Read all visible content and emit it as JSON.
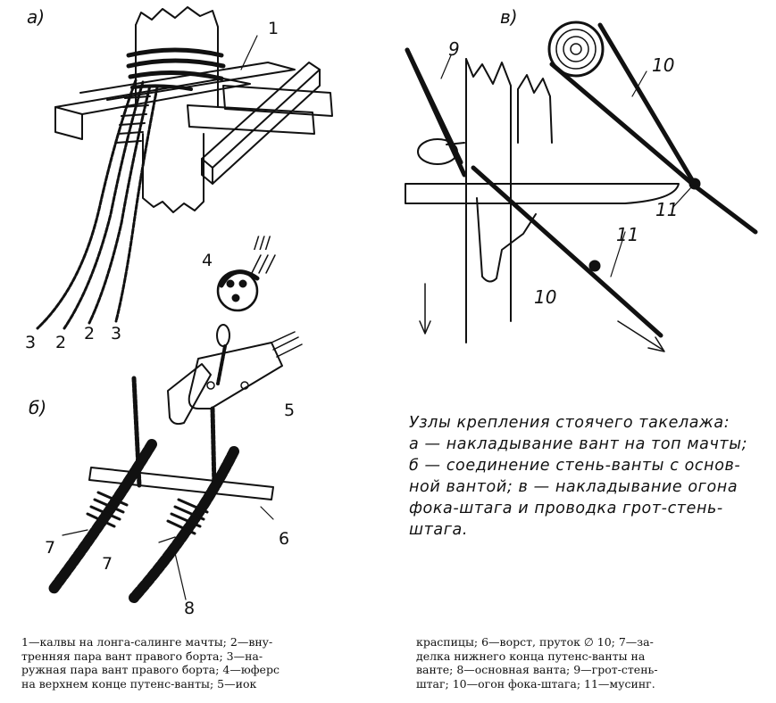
{
  "panels": {
    "a": "а)",
    "b": "б)",
    "v": "в)"
  },
  "labels": {
    "a_1": "1",
    "a_3_left": "3",
    "a_2_left": "2",
    "a_2_right": "2",
    "a_3_right": "3",
    "b_4": "4",
    "b_tick": "///",
    "b_5": "5",
    "b_6": "6",
    "b_7_top": "7",
    "b_7_bottom": "7",
    "b_8": "8",
    "v_9": "9",
    "v_10_top": "10",
    "v_11_top": "11",
    "v_11_bottom": "11",
    "v_10_bottom": "10"
  },
  "caption": [
    "Узлы крепления стоячего такелажа:",
    "а — накладывание вант на топ мачты;",
    "б — соединение стень-ванты с основ-",
    "ной вантой; в — накладывание огона",
    "фока-штага и проводка грот-стень-",
    "штага."
  ],
  "legend_left": [
    "1—калвы на лонга-салинге мачты; 2—вну-",
    "тренняя пара вант правого борта; 3—на-",
    "ружная пара вант правого борта; 4—юферс",
    "на верхнем конце путенс-ванты; 5—иок"
  ],
  "legend_right": [
    "краспицы; 6—ворст, пруток ∅ 10; 7—за-",
    "делка нижнего конца путенс-ванты на",
    "ванте; 8—основная ванта; 9—грот-стень-",
    "штаг; 10—огон фока-штага; 11—мусинг."
  ]
}
